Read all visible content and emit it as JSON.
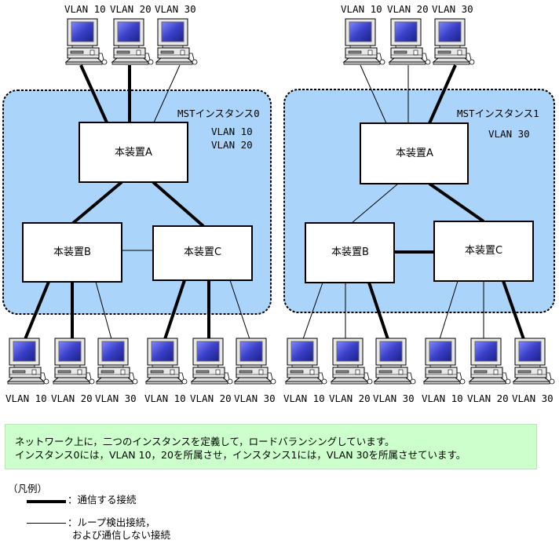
{
  "instances": [
    {
      "title": "MSTインスタンス0",
      "vlans": [
        "VLAN 10",
        "VLAN 20"
      ],
      "fill": "#aad4fa",
      "devices": {
        "a": "本装置A",
        "b": "本装置B",
        "c": "本装置C"
      },
      "top_pcs": [
        "VLAN 10",
        "VLAN 20",
        "VLAN 30"
      ],
      "top_links": [
        "thick",
        "thick",
        "thin"
      ],
      "core_links": {
        "a_b": "thick",
        "a_c": "thick",
        "b_c": "thin"
      },
      "b_pcs": [
        "VLAN 10",
        "VLAN 20",
        "VLAN 30"
      ],
      "b_links": [
        "thick",
        "thick",
        "thin"
      ],
      "c_pcs": [
        "VLAN 10",
        "VLAN 20",
        "VLAN 30"
      ],
      "c_links": [
        "thick",
        "thick",
        "thin"
      ]
    },
    {
      "title": "MSTインスタンス1",
      "vlans": [
        "VLAN 30"
      ],
      "fill": "#aad4fa",
      "devices": {
        "a": "本装置A",
        "b": "本装置B",
        "c": "本装置C"
      },
      "top_pcs": [
        "VLAN 10",
        "VLAN 20",
        "VLAN 30"
      ],
      "top_links": [
        "thin",
        "thin",
        "thick"
      ],
      "core_links": {
        "a_b": "thin",
        "a_c": "thick",
        "b_c": "thick"
      },
      "b_pcs": [
        "VLAN 10",
        "VLAN 20",
        "VLAN 30"
      ],
      "b_links": [
        "thin",
        "thin",
        "thick"
      ],
      "c_pcs": [
        "VLAN 10",
        "VLAN 20",
        "VLAN 30"
      ],
      "c_links": [
        "thin",
        "thin",
        "thick"
      ]
    }
  ],
  "note": {
    "line1": "ネットワーク上に，二つのインスタンスを定義して，ロードバランシングしています。",
    "line2": "インスタンス0には，VLAN 10，20を所属させ，インスタンス1には，VLAN 30を所属させています。"
  },
  "legend": {
    "title": "（凡例）",
    "thick_label": "：通信する接続",
    "thin_label_1": "：ループ検出接続，",
    "thin_label_2": "および通信しない接続"
  }
}
